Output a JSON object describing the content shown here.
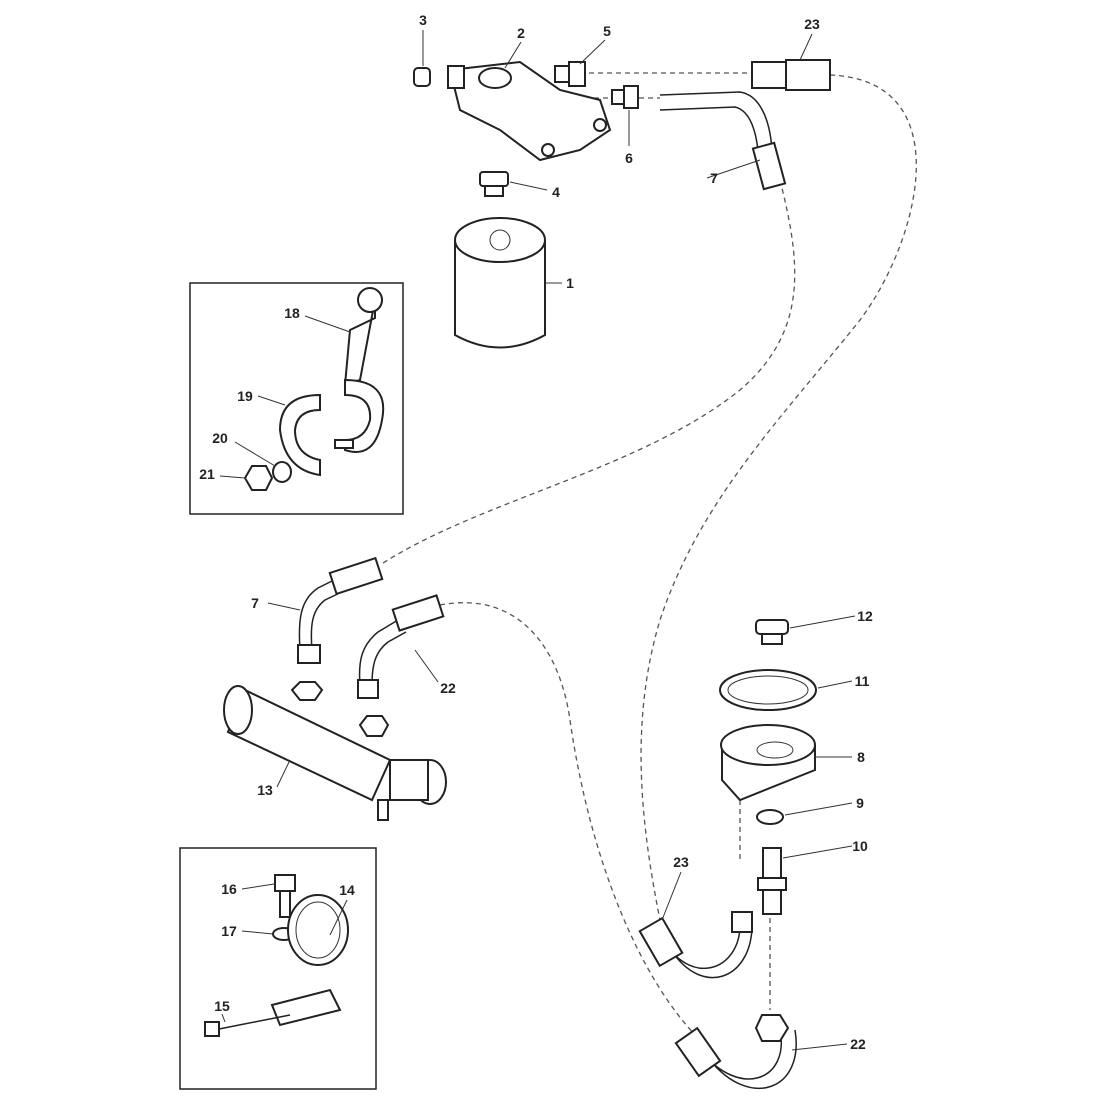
{
  "diagram": {
    "title": "Fuel filter and cooler exploded parts view",
    "callouts": {
      "p1": "1",
      "p2": "2",
      "p3": "3",
      "p4": "4",
      "p5": "5",
      "p6": "6",
      "p7a": "7",
      "p7b": "7",
      "p8": "8",
      "p9": "9",
      "p10": "10",
      "p11": "11",
      "p12": "12",
      "p13": "13",
      "p14": "14",
      "p15": "15",
      "p16": "16",
      "p17": "17",
      "p18": "18",
      "p19": "19",
      "p20": "20",
      "p21": "21",
      "p22a": "22",
      "p22b": "22",
      "p23a": "23",
      "p23b": "23"
    },
    "colors": {
      "line": "#222222",
      "background": "#ffffff"
    }
  }
}
